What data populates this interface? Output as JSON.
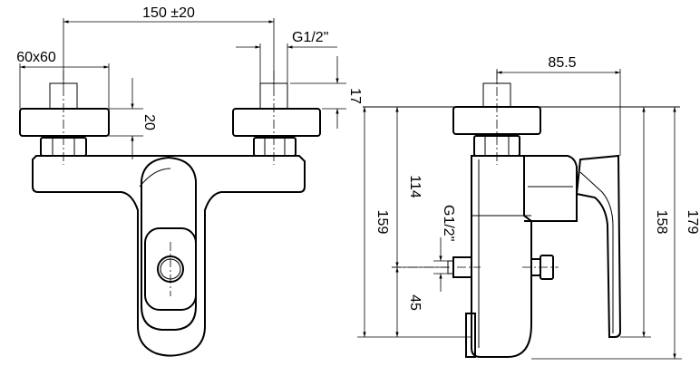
{
  "dimensions": {
    "spacing": "150 ±20",
    "flange": "60x60",
    "thread_top": "G1/2\"",
    "h_17": "17",
    "h_20": "20",
    "depth": "85.5",
    "h_114": "114",
    "h_159": "159",
    "thread_side": "G1/2\"",
    "h_45": "45",
    "h_158": "158",
    "h_179": "179"
  }
}
